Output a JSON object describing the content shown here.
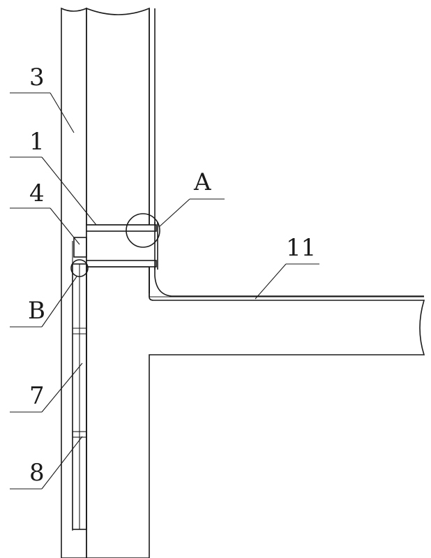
{
  "labels": {
    "wall_outer": "3",
    "sleeve": "1",
    "bracket": "4",
    "detail_a": "A",
    "detail_b": "B",
    "slab": "11",
    "channel": "7",
    "spacer": "8"
  },
  "colors": {
    "line": "#1a1a1a",
    "hatch": "#1a1a1a",
    "background": "#ffffff"
  }
}
